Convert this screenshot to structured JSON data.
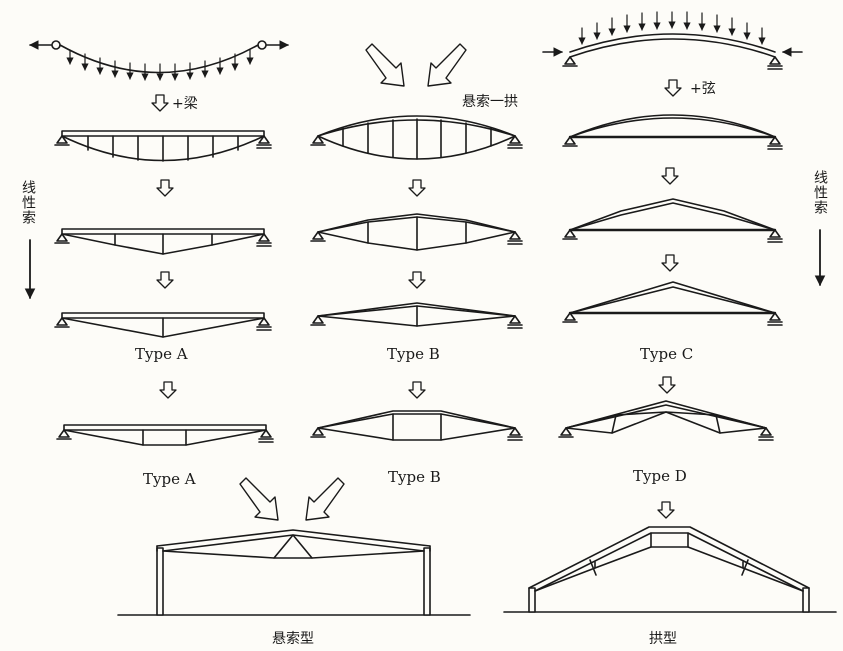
{
  "labels": {
    "beam": "+梁",
    "cable_arch": "悬索一拱",
    "chord": "+弦",
    "strand_left": "线性索",
    "strand_right": "线性索",
    "type_a": "Type A",
    "type_b": "Type B",
    "type_c": "Type C",
    "type_a2": "Type A",
    "type_b2": "Type B",
    "type_d": "Type D",
    "suspension": "悬索型",
    "arch": "拱型"
  },
  "colors": {
    "ink": "#1a1a1a",
    "paper": "#fdfcf8"
  }
}
